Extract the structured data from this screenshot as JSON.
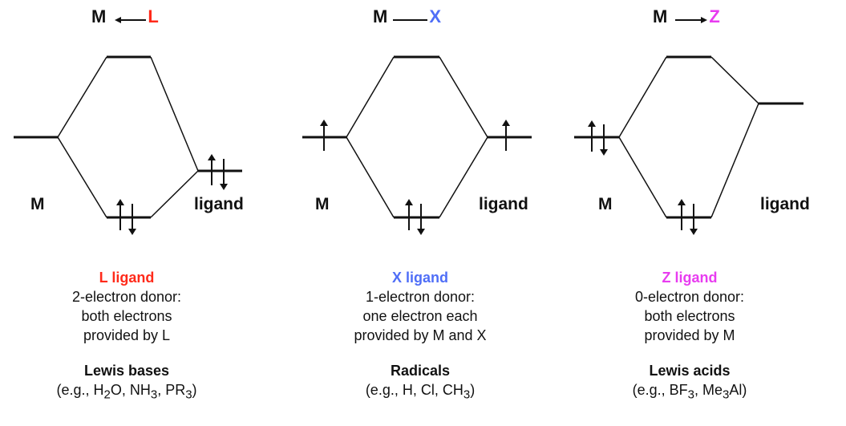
{
  "colors": {
    "L": "#ff2a1a",
    "X": "#4f6ef7",
    "Z": "#e83cf0"
  },
  "panels": [
    {
      "metal": "M",
      "ligand_symbol": "L",
      "arrow": "left",
      "m_label": "M",
      "ligand_label": "ligand",
      "name": "L ligand",
      "desc": [
        "2-electron donor:",
        "both electrons",
        "provided by L"
      ],
      "class": "Lewis bases",
      "examples": [
        "(e.g., H",
        "2",
        "O, NH",
        "3",
        ", PR",
        "3",
        ")"
      ]
    },
    {
      "metal": "M",
      "ligand_symbol": "X",
      "arrow": "none",
      "m_label": "M",
      "ligand_label": "ligand",
      "name": "X ligand",
      "desc": [
        "1-electron donor:",
        "one electron each",
        "provided by M and X"
      ],
      "class": "Radicals",
      "examples": [
        "(e.g., H, Cl, CH",
        "3",
        ")"
      ]
    },
    {
      "metal": "M",
      "ligand_symbol": "Z",
      "arrow": "right",
      "m_label": "M",
      "ligand_label": "ligand",
      "name": "Z ligand",
      "desc": [
        "0-electron donor:",
        "both electrons",
        "provided by M"
      ],
      "class": "Lewis acids",
      "examples": [
        "(e.g., BF",
        "3",
        ", Me",
        "3",
        "Al)"
      ]
    }
  ]
}
